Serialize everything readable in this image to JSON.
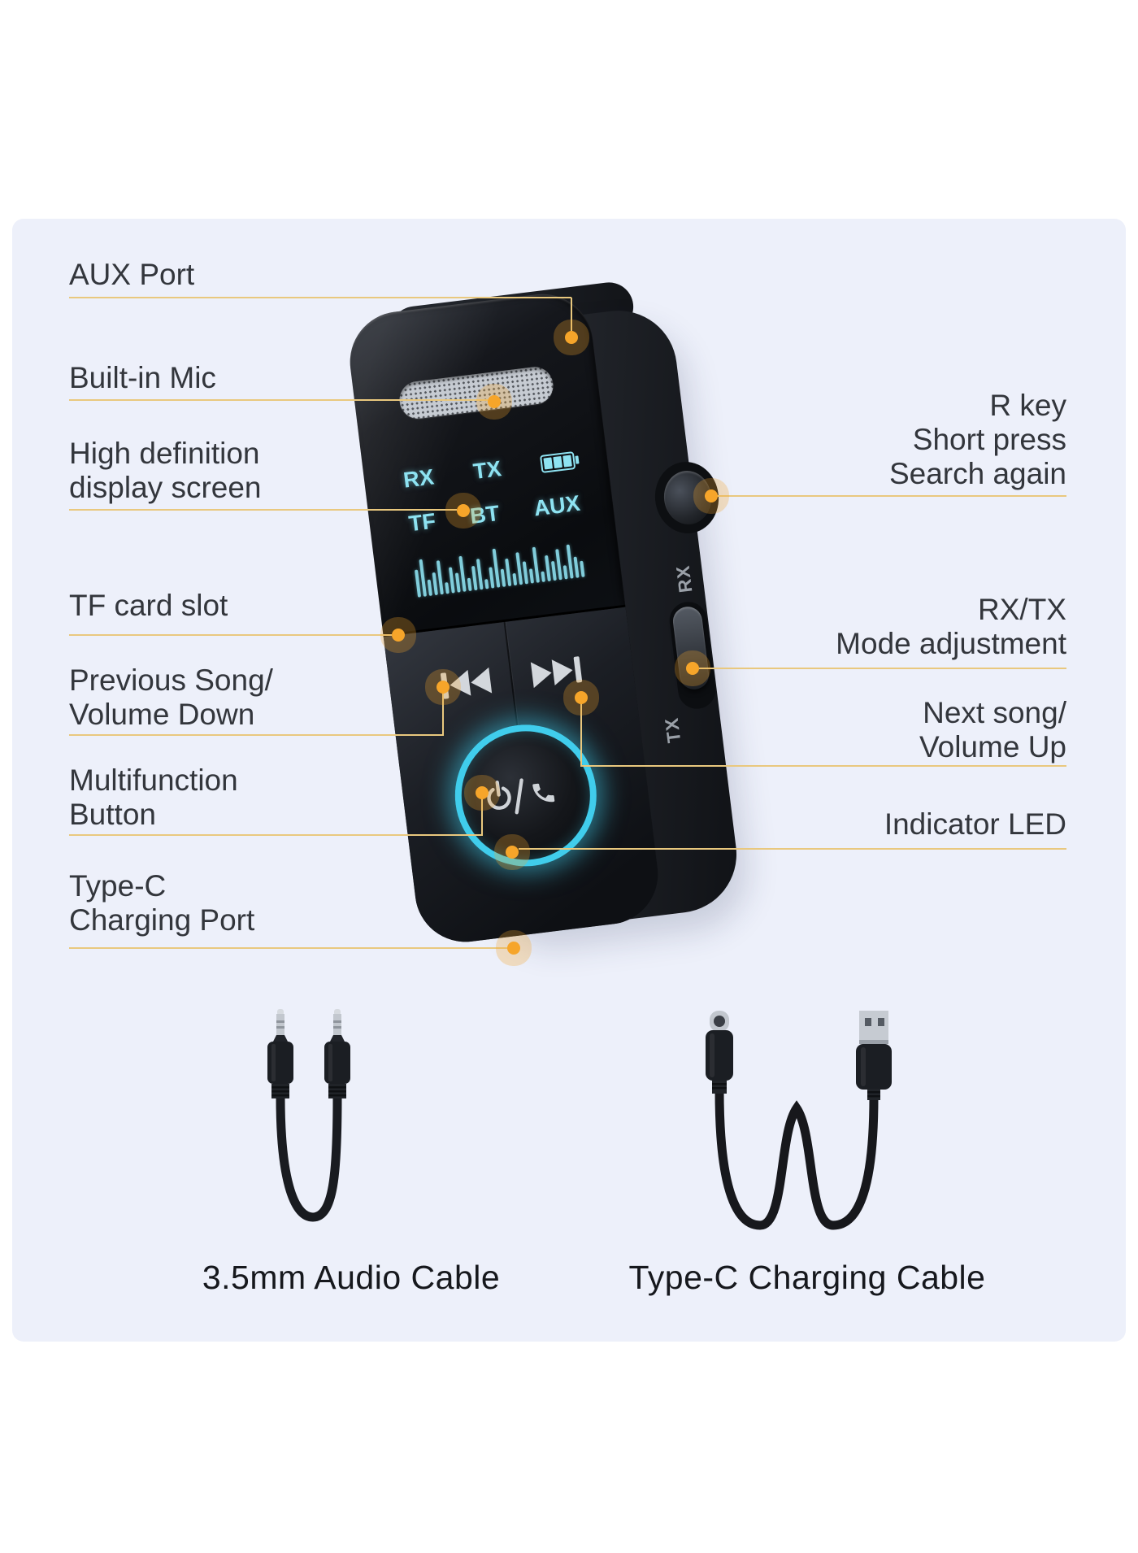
{
  "callouts": {
    "left": [
      {
        "id": "aux-port",
        "lines": [
          "AUX Port"
        ]
      },
      {
        "id": "built-in-mic",
        "lines": [
          "Built-in Mic"
        ]
      },
      {
        "id": "display-screen",
        "lines": [
          "High definition",
          "display screen"
        ]
      },
      {
        "id": "tf-card-slot",
        "lines": [
          "TF card slot"
        ]
      },
      {
        "id": "previous-song",
        "lines": [
          "Previous Song/",
          "Volume Down"
        ]
      },
      {
        "id": "multifunction-button",
        "lines": [
          "Multifunction",
          "Button"
        ]
      },
      {
        "id": "type-c-charging-port",
        "lines": [
          "Type-C",
          "Charging Port"
        ]
      }
    ],
    "right": [
      {
        "id": "r-key",
        "lines": [
          "R key",
          "Short press",
          "Search again"
        ]
      },
      {
        "id": "rx-tx-mode",
        "lines": [
          "RX/TX",
          "Mode adjustment"
        ]
      },
      {
        "id": "next-song",
        "lines": [
          "Next song/",
          "Volume Up"
        ]
      },
      {
        "id": "indicator-led",
        "lines": [
          "Indicator LED"
        ]
      }
    ]
  },
  "device": {
    "screen": {
      "status_row": [
        "RX",
        "TX"
      ],
      "source_row": [
        "TF",
        "BT",
        "AUX"
      ],
      "battery_icon": "battery-3-bars",
      "eq_bars": [
        34,
        46,
        20,
        28,
        42,
        14,
        32,
        24,
        44,
        16,
        30,
        38,
        12,
        26,
        48,
        22,
        34,
        15,
        40,
        28,
        18,
        44,
        13,
        32,
        24,
        38,
        17,
        42,
        26,
        20
      ]
    },
    "side": {
      "mode_labels": [
        "RX",
        "TX"
      ]
    },
    "icons": {
      "microphone_grille": "mic-grille",
      "previous": "previous-track",
      "next": "next-track",
      "multifunction": "power-slash-phone"
    }
  },
  "captions": {
    "audio_cable": "3.5mm Audio Cable",
    "charging_cable": "Type-C Charging Cable"
  },
  "colors": {
    "accent_orange": "#F6A52A",
    "callout_line": "#E9C87E",
    "screen_cyan": "#8EE3F2",
    "glow_cyan": "#40CDEC",
    "panel_bg": "#EDF0FA"
  }
}
